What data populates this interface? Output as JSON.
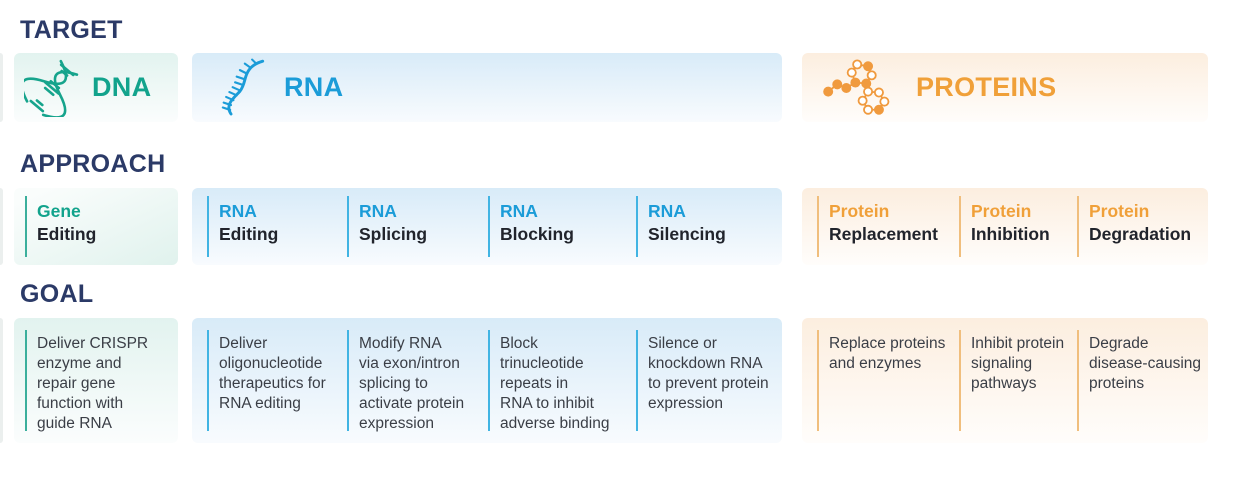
{
  "headers": {
    "target": "TARGET",
    "approach": "APPROACH",
    "goal": "GOAL"
  },
  "colors": {
    "heading_navy": "#2B3A67",
    "teal": "#12A38C",
    "blue": "#1B9CD8",
    "orange": "#F0A039",
    "dark_text": "#21242C",
    "body_text": "#3A3E46",
    "teal_tint_bg": "#E2F3EF",
    "blue_tint_bg": "#D8EBF8",
    "peach_tint_bg": "#FCEEDF"
  },
  "targets": [
    {
      "label": "DNA",
      "icon": "dna-helix-icon"
    },
    {
      "label": "RNA",
      "icon": "rna-strand-icon"
    },
    {
      "label": "PROTEINS",
      "icon": "protein-molecule-icon"
    }
  ],
  "approaches": {
    "dna": [
      {
        "line1": "Gene",
        "line2": "Editing"
      }
    ],
    "rna": [
      {
        "line1": "RNA",
        "line2": "Editing"
      },
      {
        "line1": "RNA",
        "line2": "Splicing"
      },
      {
        "line1": "RNA",
        "line2": "Blocking"
      },
      {
        "line1": "RNA",
        "line2": "Silencing"
      }
    ],
    "protein": [
      {
        "line1": "Protein",
        "line2": "Replacement"
      },
      {
        "line1": "Protein",
        "line2": "Inhibition"
      },
      {
        "line1": "Protein",
        "line2": "Degradation"
      }
    ]
  },
  "goals": {
    "dna": [
      "Deliver CRISPR\nenzyme and\nrepair gene\nfunction with\nguide RNA"
    ],
    "rna": [
      "Deliver\noligonucleotide\ntherapeutics for\nRNA editing",
      "Modify RNA\nvia exon/intron\nsplicing to\nactivate protein\nexpression",
      "Block\ntrinucleotide\nrepeats in\nRNA to inhibit\nadverse binding",
      "Silence or\nknockdown RNA\nto prevent protein\nexpression"
    ],
    "protein": [
      "Replace proteins\nand enzymes",
      "Inhibit protein\nsignaling\npathways",
      "Degrade\ndisease-causing\nproteins"
    ]
  }
}
